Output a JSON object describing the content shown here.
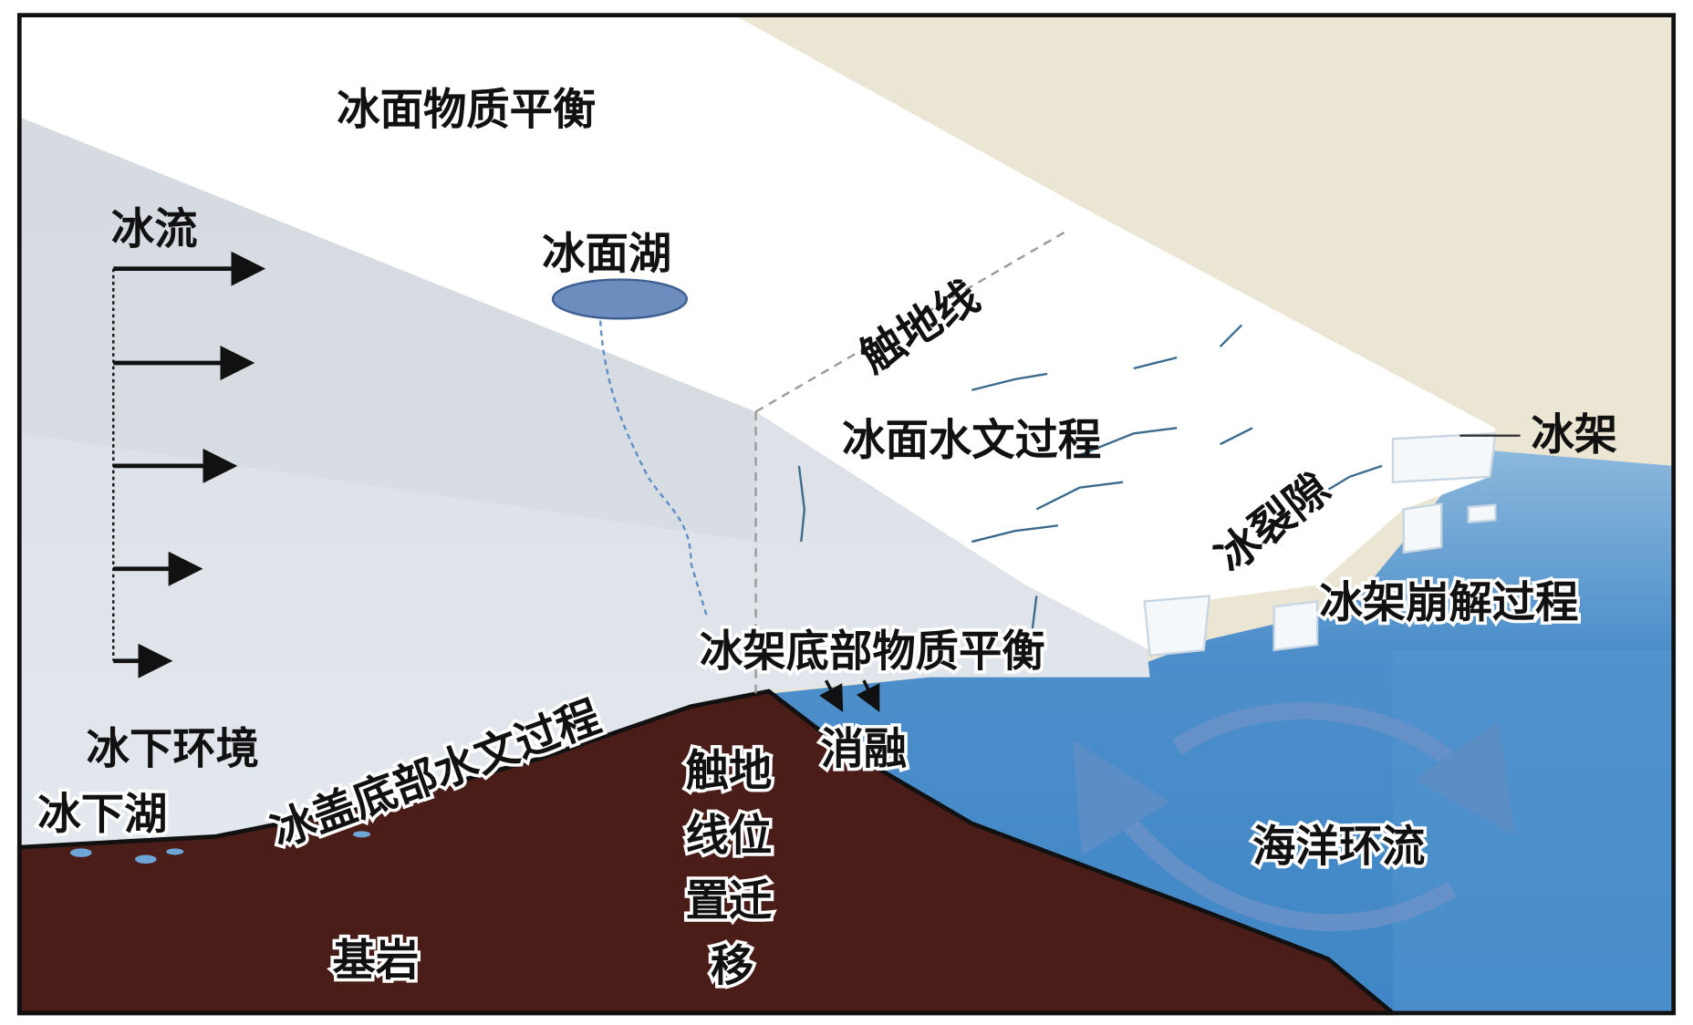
{
  "labels": {
    "surface_mass_balance": "冰面物质平衡",
    "ice_flow": "冰流",
    "supraglacial_lake": "冰面湖",
    "grounding_line": "触地线",
    "surface_hydrology": "冰面水文过程",
    "ice_shelf": "冰架",
    "crevasse": "冰裂隙",
    "calving": "冰架崩解过程",
    "basal_mass_balance": "冰架底部物质平衡",
    "basal_hydrology": "冰盖底部水文过程",
    "melt": "消融",
    "subglacial_environment": "冰下环境",
    "subglacial_lake": "冰下湖",
    "grounding_line_migration": [
      "触地",
      "线位",
      "置迁",
      "移"
    ],
    "ocean_circulation": "海洋环流",
    "bedrock": "基岩"
  },
  "colors": {
    "background": "#ebe5d3",
    "ice_surface": "#ffffff",
    "ice_side": "#dde2e8",
    "ocean": "#4d8fcb",
    "bedrock": "#4b1d19",
    "lake": "#6e8dbf"
  }
}
